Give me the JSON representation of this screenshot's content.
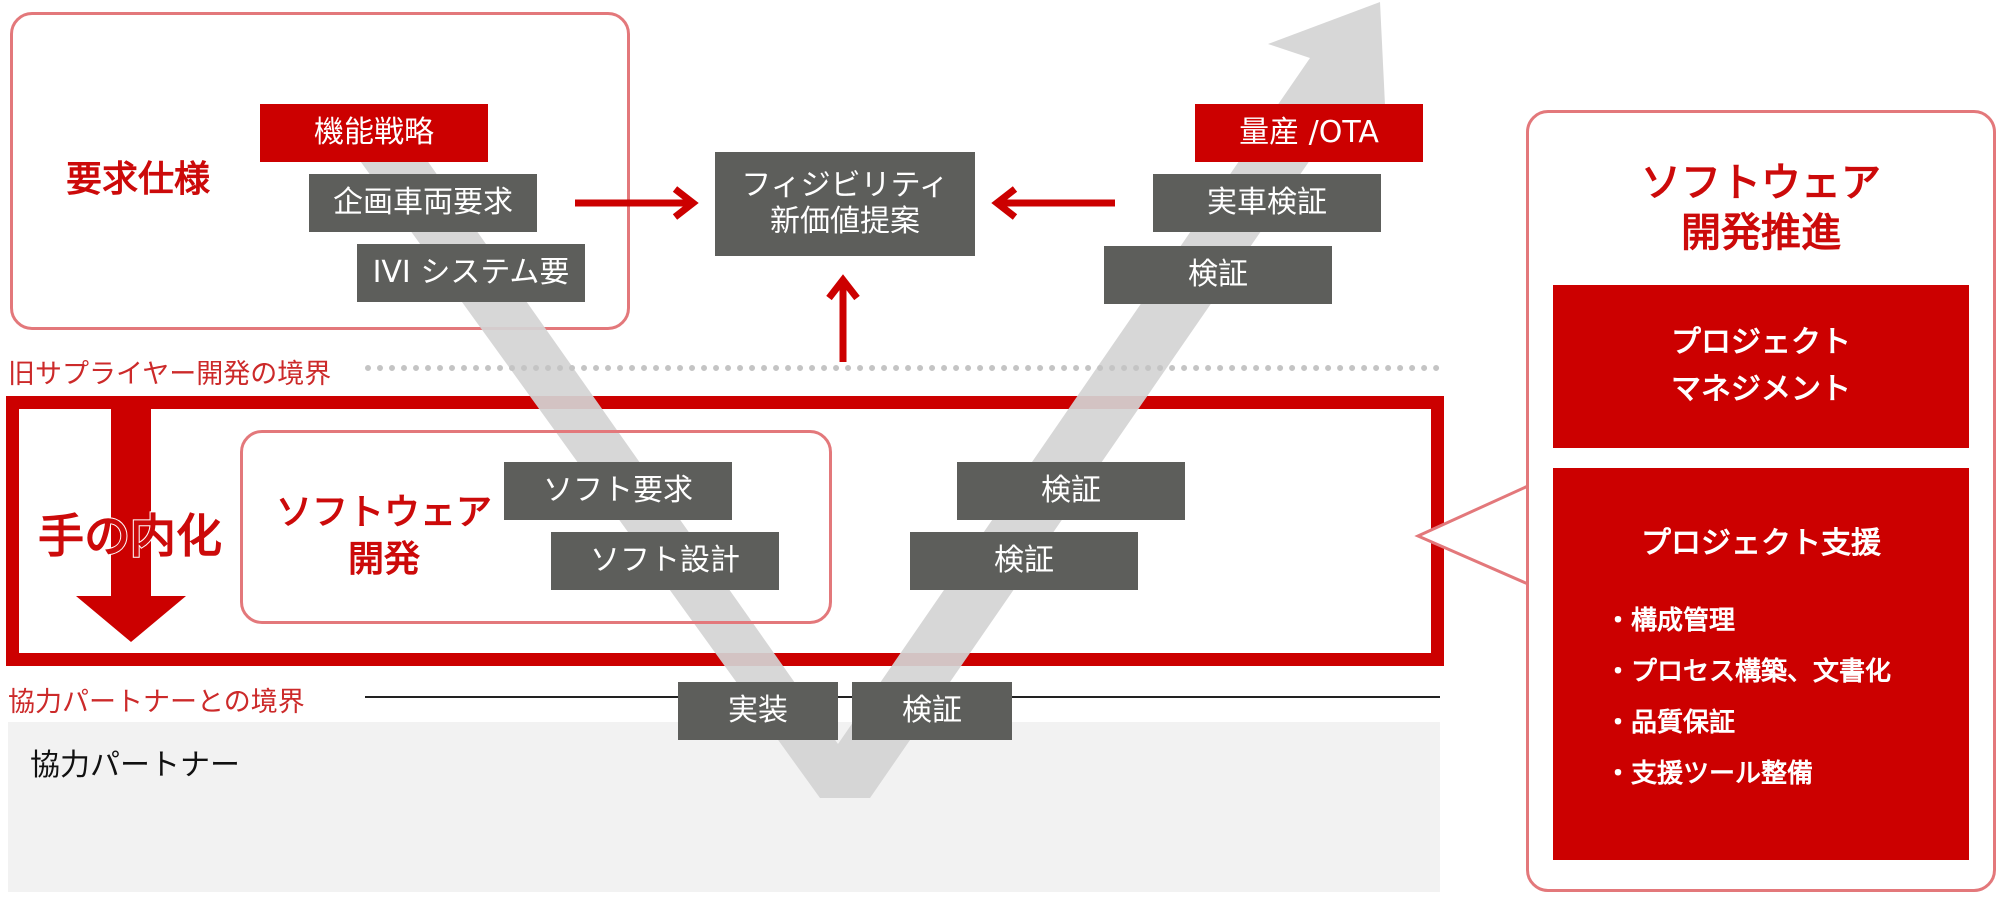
{
  "colors": {
    "accent_red": "#cc0000",
    "box_gray": "#5d5e5b",
    "soft_red_border": "#e3787b",
    "v_arrow_gray": "#d4d4d4",
    "partner_band": "#f2f2f2"
  },
  "requirements": {
    "title": "要求仕様",
    "items": [
      "機能戦略",
      "企画車両要求",
      "IVI システム要"
    ]
  },
  "feasibility": {
    "line1": "フィジビリティ",
    "line2": "新価値提案"
  },
  "right_top": {
    "items": [
      "量産 /OTA",
      "実車検証",
      "検証"
    ]
  },
  "boundaries": {
    "old_supplier": "旧サプライヤー開発の境界",
    "partner": "協力パートナーとの境界"
  },
  "internalization": {
    "title": "手の内化"
  },
  "software_dev": {
    "title_line1": "ソフトウェア",
    "title_line2": "開発",
    "items": [
      "ソフト要求",
      "ソフト設計"
    ],
    "verify_items": [
      "検証",
      "検証"
    ]
  },
  "bottom": {
    "items": [
      "実装",
      "検証"
    ]
  },
  "partner": {
    "label": "協力パートナー"
  },
  "side_panel": {
    "title_line1": "ソフトウェア",
    "title_line2": "開発推進",
    "pm_line1": "プロジェクト",
    "pm_line2": "マネジメント",
    "support_title": "プロジェクト支援",
    "support_items": [
      "・構成管理",
      "・プロセス構築、文書化",
      "・品質保証",
      "・支援ツール整備"
    ]
  },
  "icons": [
    "v-model-arrow",
    "right-arrow-icon",
    "left-arrow-icon",
    "up-arrow-icon",
    "down-arrow-icon"
  ]
}
